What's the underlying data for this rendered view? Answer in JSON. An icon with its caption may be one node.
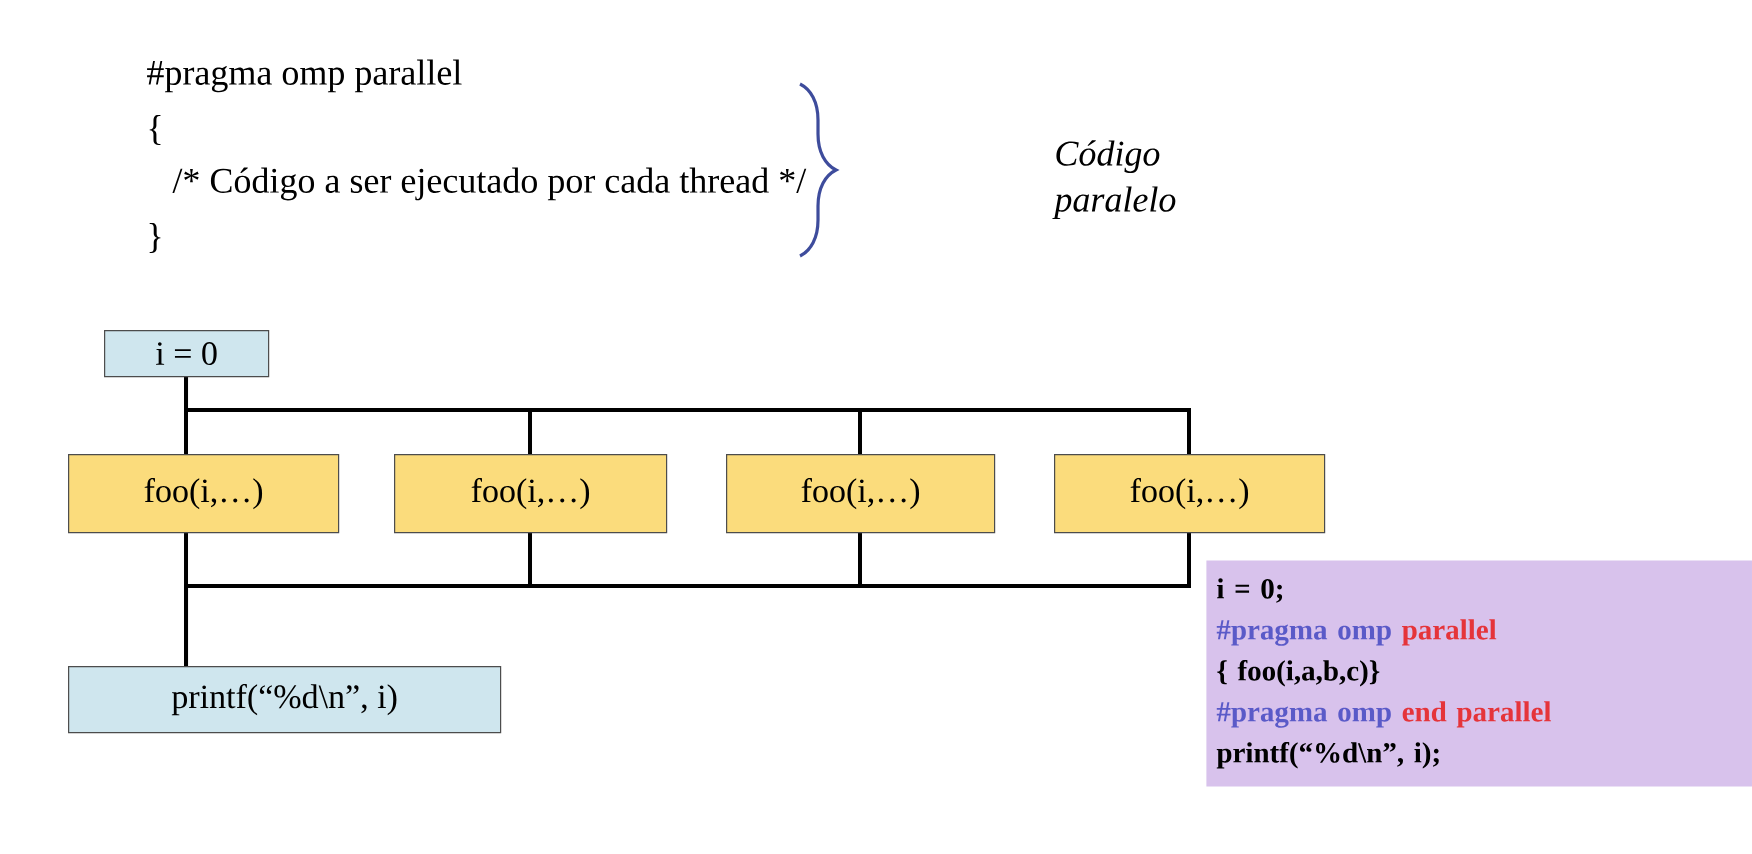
{
  "diagram": {
    "nodes": [
      {
        "text": [
          "i = 0"
        ]
      },
      {
        "text": [
          "foo(i,…)"
        ]
      },
      {
        "text": [
          "foo(i,…)"
        ]
      },
      {
        "text": [
          "foo(i,…)"
        ]
      },
      {
        "text": [
          "foo(i,…)"
        ]
      },
      {
        "text": [
          "printf(“%d\\n”, i)"
        ]
      },
      {
        "text": [
          "i = 0;",
          "#pragma omp",
          "parallel",
          "{ foo(i,a,b,c)}",
          "#pragma omp",
          "end parallel",
          "printf(“%d\\n”, i);"
        ]
      }
    ],
    "edges": [
      {
        "from": 0,
        "to": 1,
        "arrow": "none"
      },
      {
        "from": 0,
        "to": 2,
        "arrow": "none"
      },
      {
        "from": 0,
        "to": 3,
        "arrow": "none"
      },
      {
        "from": 0,
        "to": 4,
        "arrow": "none"
      },
      {
        "from": 1,
        "to": 5,
        "arrow": "none"
      },
      {
        "from": 2,
        "to": 5,
        "arrow": "none"
      },
      {
        "from": 3,
        "to": 5,
        "arrow": "none"
      },
      {
        "from": 4,
        "to": 5,
        "arrow": "none"
      }
    ],
    "labels": [
      "#pragma omp parallel",
      "{",
      "/* Código a ser ejecutado por cada thread */",
      "}",
      "Código paralelo"
    ]
  }
}
